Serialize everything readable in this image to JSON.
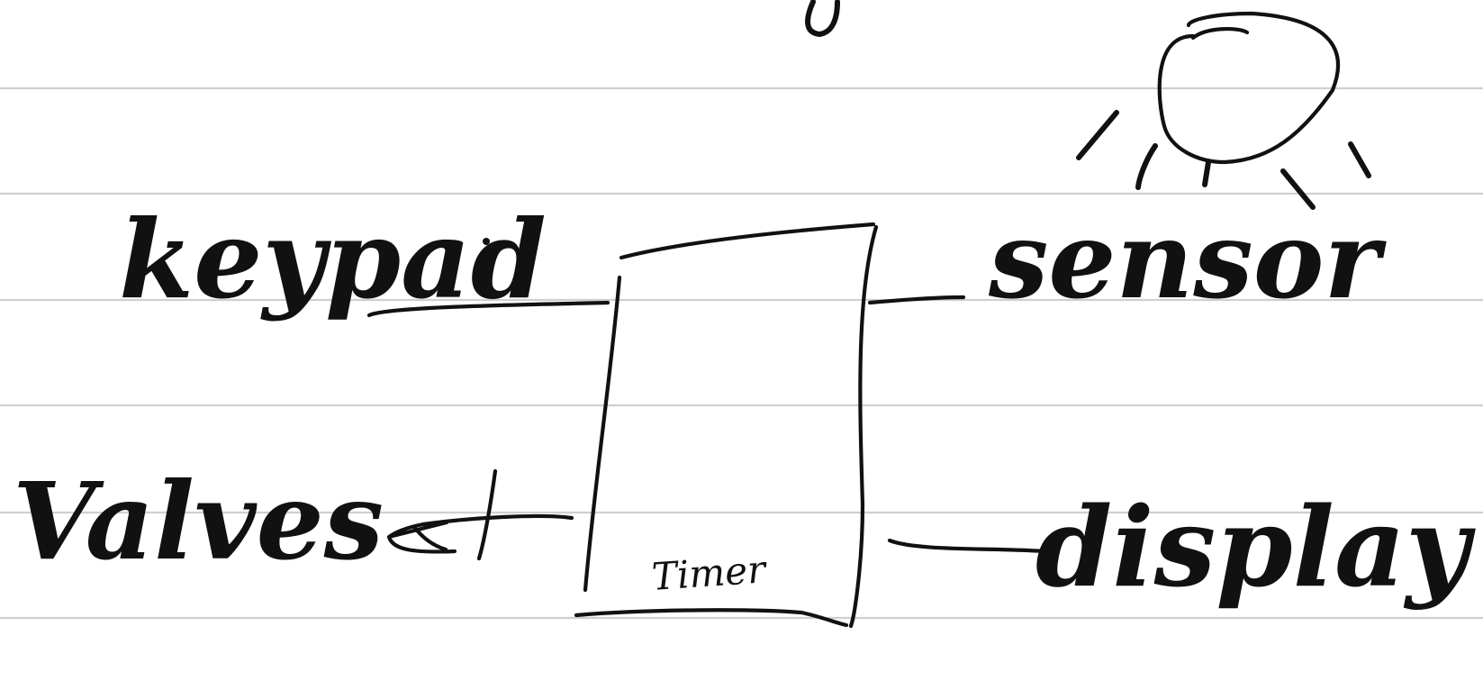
{
  "labels": {
    "keypad": "keypad",
    "sensor": "sensor",
    "valves": "Valves",
    "display": "display",
    "timer": "Timer"
  }
}
